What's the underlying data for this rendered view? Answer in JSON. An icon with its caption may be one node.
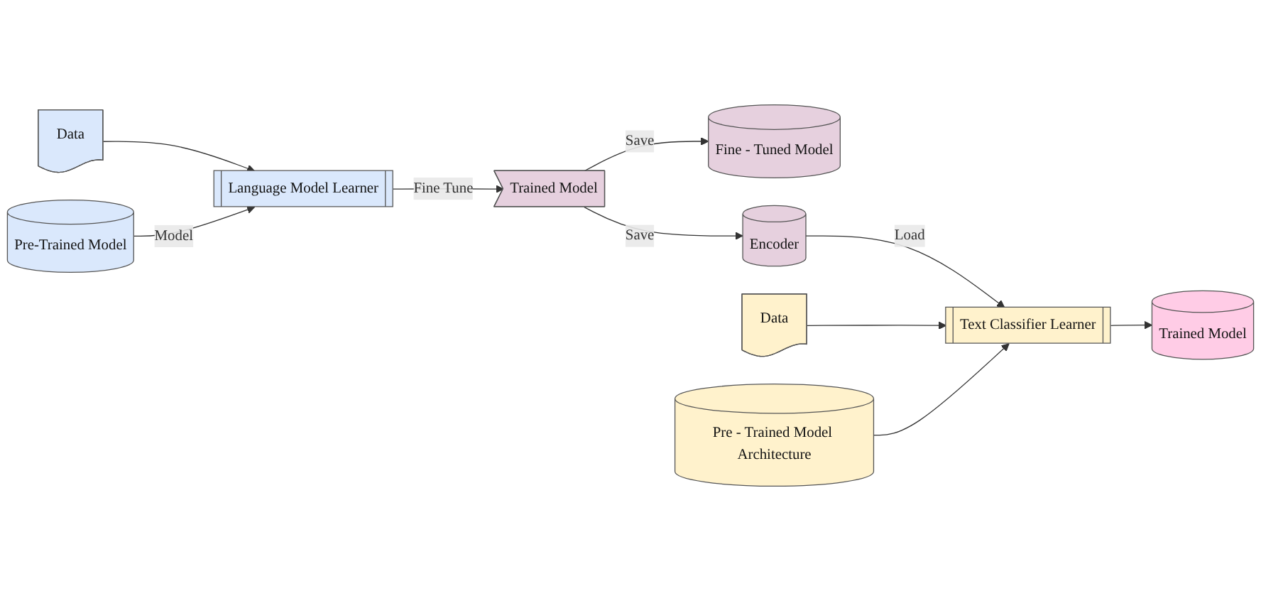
{
  "diagram": {
    "nodes": [
      {
        "text": [
          "Data"
        ]
      },
      {
        "text": [
          "Language Model Learner"
        ]
      },
      {
        "text": [
          "Pre-Trained Model"
        ]
      },
      {
        "text": [
          "Trained Model"
        ]
      },
      {
        "text": [
          "Fine - Tuned Model"
        ]
      },
      {
        "text": [
          "Encoder"
        ]
      },
      {
        "text": [
          "Data"
        ]
      },
      {
        "text": [
          "Text Classifier Learner"
        ]
      },
      {
        "text": [
          "Pre - Trained Model Architecture"
        ]
      },
      {
        "text": [
          "Trained Model"
        ]
      }
    ],
    "edges": [
      {
        "from": 0,
        "to": 1,
        "arrow": "to"
      },
      {
        "from": 2,
        "to": 1,
        "arrow": "to",
        "label": "Model"
      },
      {
        "from": 1,
        "to": 3,
        "arrow": "to",
        "label": "Fine Tune"
      },
      {
        "from": 3,
        "to": 4,
        "arrow": "to",
        "label": "Save"
      },
      {
        "from": 3,
        "to": 5,
        "arrow": "to",
        "label": "Save"
      },
      {
        "from": 5,
        "to": 7,
        "arrow": "to",
        "label": "Load"
      },
      {
        "from": 6,
        "to": 7,
        "arrow": "to"
      },
      {
        "from": 8,
        "to": 7,
        "arrow": "to"
      },
      {
        "from": 7,
        "to": 9,
        "arrow": "to"
      }
    ]
  }
}
